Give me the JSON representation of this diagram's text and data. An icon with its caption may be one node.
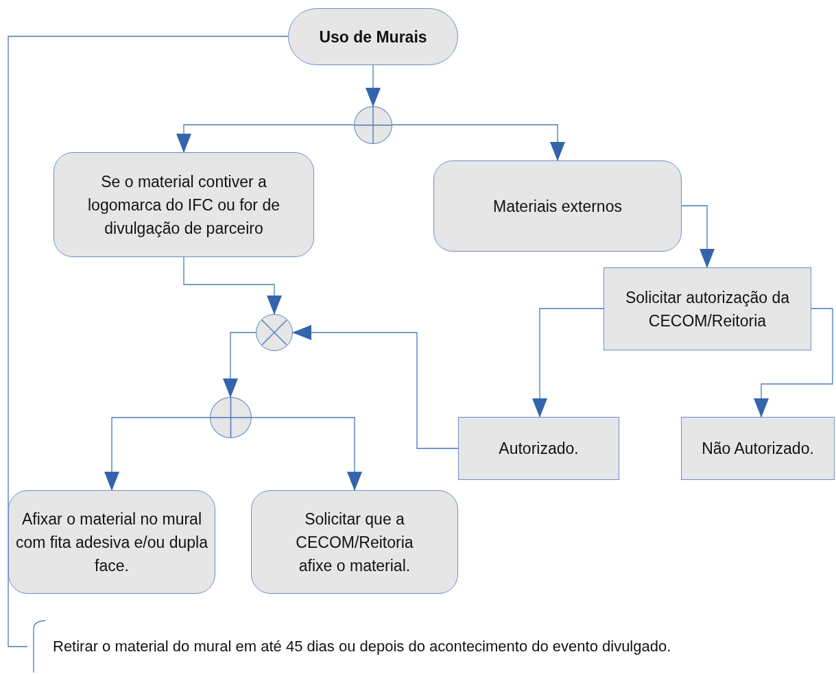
{
  "diagram": {
    "nodes": [
      {
        "text": [
          "Uso de Murais"
        ]
      },
      {
        "text": [],
        "shape": "circle"
      },
      {
        "text": [
          "Se o material contiver a logomarca do IFC ou for de divulgação de parceiro"
        ]
      },
      {
        "text": [
          "Materiais externos"
        ]
      },
      {
        "text": [],
        "shape": "cross"
      },
      {
        "text": [
          "Solicitar autorização da CECOM/Reitoria"
        ]
      },
      {
        "text": [],
        "shape": "circle"
      },
      {
        "text": [
          "Autorizado."
        ]
      },
      {
        "text": [
          "Não Autorizado."
        ]
      },
      {
        "text": [
          "Afixar o material no mural com fita adesiva e/ou dupla face."
        ]
      },
      {
        "text": [
          "Solicitar que a CECOM/Reitoria afixe o material."
        ]
      },
      {
        "text": [
          "Retirar o material do mural em até 45 dias ou depois do acontecimento do evento divulgado."
        ]
      }
    ],
    "edges": [
      {
        "from": 0,
        "to": 1,
        "arrow": "to"
      },
      {
        "from": 1,
        "to": 2,
        "arrow": "to"
      },
      {
        "from": 1,
        "to": 3,
        "arrow": "to"
      },
      {
        "from": 2,
        "to": 4,
        "arrow": "to"
      },
      {
        "from": 3,
        "to": 5,
        "arrow": "to"
      },
      {
        "from": 5,
        "to": 7,
        "arrow": "to"
      },
      {
        "from": 5,
        "to": 8,
        "arrow": "to"
      },
      {
        "from": 7,
        "to": 4,
        "arrow": "to"
      },
      {
        "from": 4,
        "to": 6,
        "arrow": "to"
      },
      {
        "from": 6,
        "to": 9,
        "arrow": "to"
      },
      {
        "from": 6,
        "to": 10,
        "arrow": "to"
      },
      {
        "from": 0,
        "to": 11,
        "arrow": "none"
      }
    ]
  }
}
